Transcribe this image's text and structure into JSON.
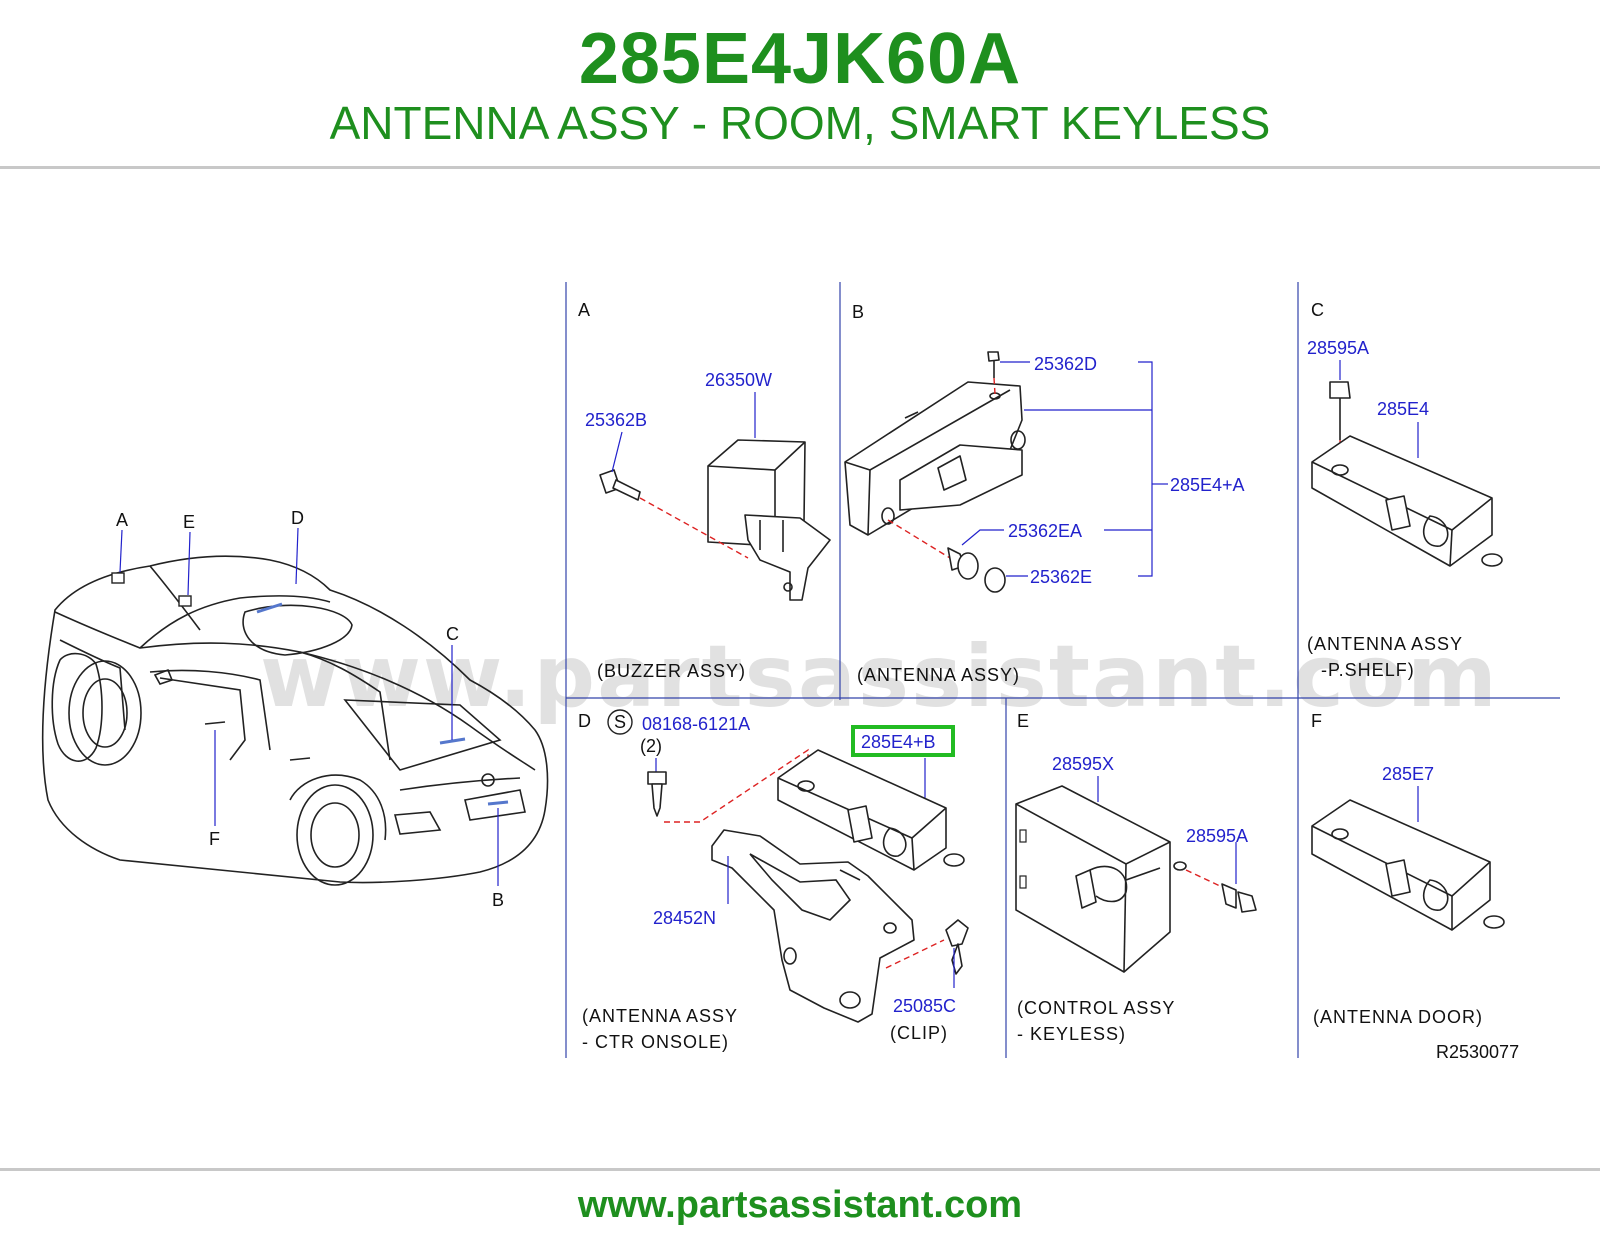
{
  "header": {
    "part_number": "285E4JK60A",
    "part_name": "ANTENNA ASSY - ROOM, SMART KEYLESS"
  },
  "watermark": "www.partsassistant.com",
  "footer": {
    "url": "www.partsassistant.com"
  },
  "vehicle_locations": [
    "A",
    "E",
    "D",
    "C",
    "F",
    "B"
  ],
  "sections": {
    "A": {
      "letter": "A",
      "parts": [
        "26350W",
        "25362B"
      ],
      "caption": [
        "(BUZZER  ASSY)"
      ]
    },
    "B": {
      "letter": "B",
      "parts": [
        "25362D",
        "285E4+A",
        "25362EA",
        "25362E"
      ],
      "caption": [
        "(ANTENNA  ASSY)"
      ]
    },
    "C": {
      "letter": "C",
      "parts": [
        "28595A",
        "285E4"
      ],
      "caption": [
        "(ANTENNA  ASSY",
        "-P.SHELF)"
      ]
    },
    "D": {
      "letter": "D",
      "bolt_symbol": "S",
      "parts": [
        "08168-6121A",
        "(2)",
        "285E4+B",
        "28452N",
        "25085C"
      ],
      "clip_label": "(CLIP)",
      "caption": [
        "(ANTENNA  ASSY",
        "-  CTR  ONSOLE)"
      ]
    },
    "E": {
      "letter": "E",
      "parts": [
        "28595X",
        "28595A"
      ],
      "caption": [
        "(CONTROL  ASSY",
        "-  KEYLESS)"
      ]
    },
    "F": {
      "letter": "F",
      "parts": [
        "285E7"
      ],
      "caption": [
        "(ANTENNA  DOOR)"
      ]
    }
  },
  "diagram_code": "R2530077",
  "highlighted_part": "285E4+B",
  "colors": {
    "brand_green": "#1e8f1e",
    "part_blue": "#2222cc",
    "highlight": "#22bb22",
    "dash_red": "#dd2222"
  }
}
